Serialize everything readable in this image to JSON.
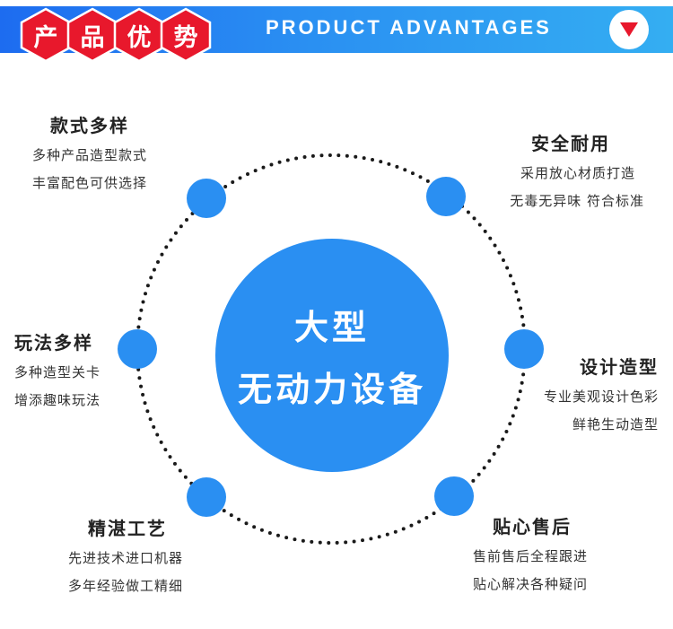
{
  "header": {
    "title_chars": [
      "产",
      "品",
      "优",
      "势"
    ],
    "subtitle": "PRODUCT ADVANTAGES",
    "bar_color": "#2a8ff2",
    "hex_color": "#e8182c",
    "icon": "chevron-down-icon"
  },
  "center": {
    "line1": "大型",
    "line2": "无动力设备",
    "color": "#2a8ff2"
  },
  "features": {
    "styles": {
      "title": "款式多样",
      "line1": "多种产品造型款式",
      "line2": "丰富配色可供选择"
    },
    "safety": {
      "title": "安全耐用",
      "line1": "采用放心材质打造",
      "line2": "无毒无异味 符合标准"
    },
    "play": {
      "title": "玩法多样",
      "line1": "多种造型关卡",
      "line2": "增添趣味玩法"
    },
    "design": {
      "title": "设计造型",
      "line1": "专业美观设计色彩",
      "line2": "鲜艳生动造型"
    },
    "craft": {
      "title": "精湛工艺",
      "line1": "先进技术进口机器",
      "line2": "多年经验做工精细"
    },
    "service": {
      "title": "贴心售后",
      "line1": "售前售后全程跟进",
      "line2": "贴心解决各种疑问"
    }
  }
}
